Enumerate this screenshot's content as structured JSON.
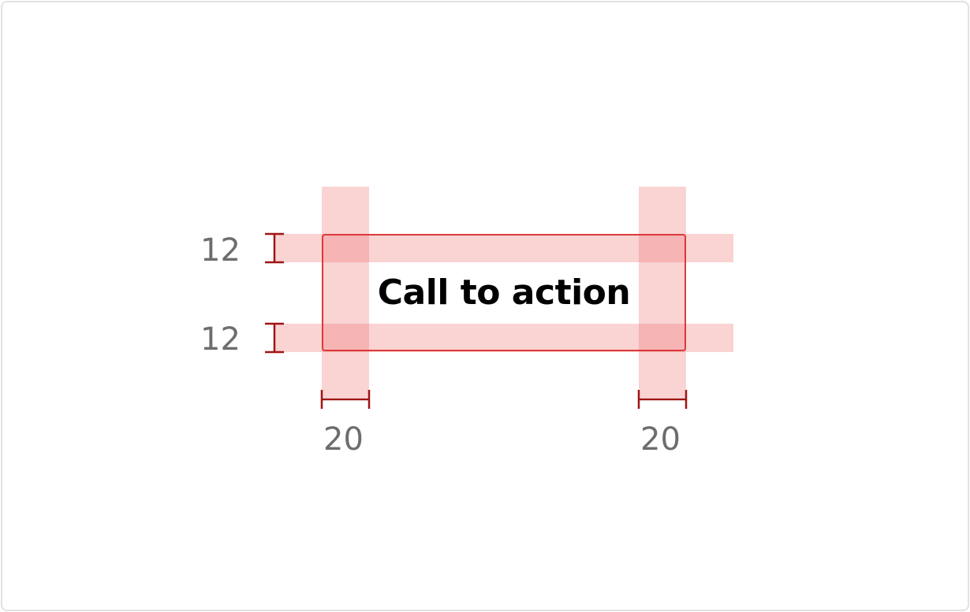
{
  "button": {
    "label": "Call to action"
  },
  "spacing": {
    "padding_top": "12",
    "padding_bottom": "12",
    "padding_left": "20",
    "padding_right": "20"
  },
  "colors": {
    "band": "#f3b3b3",
    "outline": "#db3a3a",
    "measure_line": "#a01414",
    "measure_text": "#6d6d6d"
  }
}
